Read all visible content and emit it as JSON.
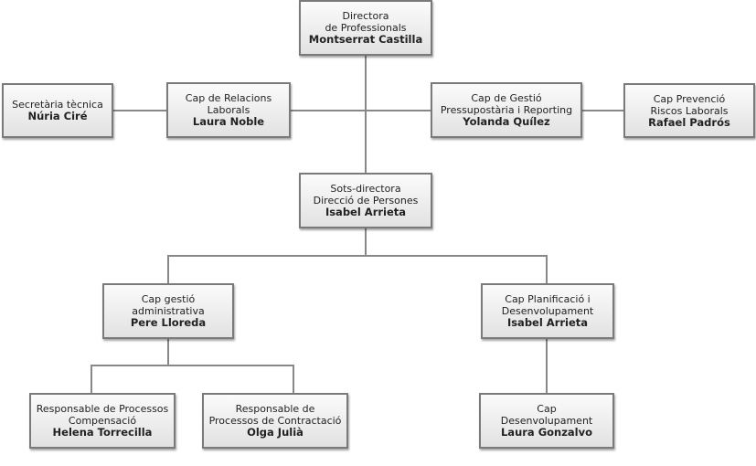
{
  "nodes": {
    "directora": {
      "title1": "Directora",
      "title2": "de Professionals",
      "name": "Montserrat Castilla"
    },
    "secretaria": {
      "title1": "Secretària tècnica",
      "name": "Núria Ciré"
    },
    "relacions": {
      "title1": "Cap de Relacions",
      "title2": "Laborals",
      "name": "Laura Noble"
    },
    "gestio": {
      "title1": "Cap de Gestió",
      "title2": "Pressupostària i Reporting",
      "name": "Yolanda Quílez"
    },
    "prevencio": {
      "title1": "Cap Prevenció",
      "title2": "Riscos Laborals",
      "name": "Rafael Padrós"
    },
    "sots": {
      "title1": "Sots-directora",
      "title2": "Direcció de Persones",
      "name": "Isabel Arrieta"
    },
    "administrativa": {
      "title1": "Cap gestió",
      "title2": "administrativa",
      "name": "Pere Lloreda"
    },
    "planificacio": {
      "title1": "Cap Planificació i",
      "title2": "Desenvolupament",
      "name": "Isabel Arrieta"
    },
    "compensacio": {
      "title1": "Responsable de Processos",
      "title2": "Compensació",
      "name": "Helena Torrecilla"
    },
    "contractacio": {
      "title1": "Responsable de",
      "title2": "Processos de Contractació",
      "name": "Olga Julià"
    },
    "desenvolupament": {
      "title1": "Cap",
      "title2": "Desenvolupament",
      "name": "Laura Gonzalvo"
    }
  }
}
